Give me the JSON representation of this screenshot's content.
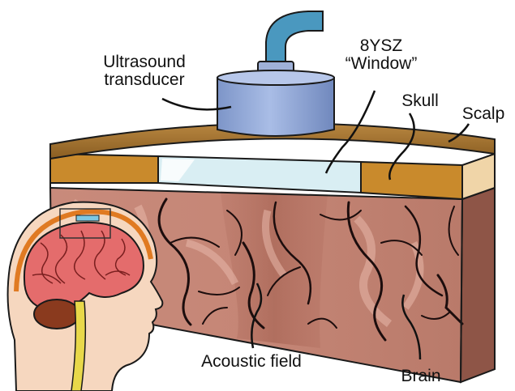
{
  "labels": {
    "transducer_line1": "Ultrasound",
    "transducer_line2": "transducer",
    "window_line1": "8YSZ",
    "window_line2": "“Window”",
    "skull": "Skull",
    "scalp": "Scalp",
    "acoustic_field": "Acoustic field",
    "brain": "Brain"
  },
  "colors": {
    "scalp": "#a8762f",
    "skull_bone": "#c98a2c",
    "window": "#d9eef3",
    "tissue": "#c98f7f",
    "vessel": "#1c0d0d",
    "transducer": "#8fa7d6",
    "cable": "#4a98bf",
    "brain_pink": "#e46c6c",
    "head_skin": "#f6d7bf"
  }
}
